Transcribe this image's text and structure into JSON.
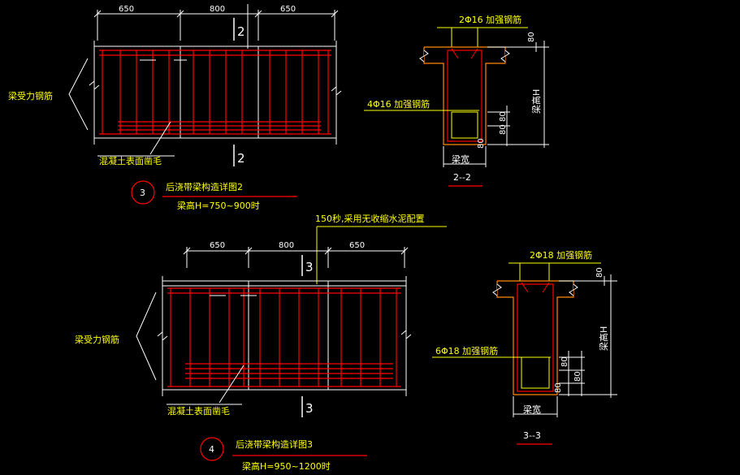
{
  "detail_2": {
    "dim_left": "650",
    "dim_mid": "800",
    "dim_right": "650",
    "cut_label_top": "2",
    "cut_label_bottom": "2",
    "side_label": "梁受力钢筋",
    "bottom_note": "混凝土表面凿毛",
    "circle_number": "3",
    "title": "后浇带梁构造详图2",
    "subtitle": "梁高H=750~900时"
  },
  "section_2": {
    "top_rebar": "2Φ16 加强钢筋",
    "side_rebar": "4Φ16 加强钢筋",
    "dim_80_top": "80",
    "dim_80_a": "80",
    "dim_80_b": "80",
    "dim_80_bottom": "80",
    "height_label": "梁高H",
    "width_label": "梁宽",
    "section_label": "2--2"
  },
  "detail_3": {
    "dim_left": "650",
    "dim_mid": "800",
    "dim_right": "650",
    "cut_label_top": "3",
    "cut_label_bottom": "3",
    "top_note": "150秒,采用无收缩水泥配置",
    "side_label": "梁受力钢筋",
    "bottom_note": "混凝土表面凿毛",
    "circle_number": "4",
    "title": "后浇带梁构造详图3",
    "subtitle": "梁高H=950~1200时"
  },
  "section_3": {
    "top_rebar": "2Φ18 加强钢筋",
    "side_rebar": "6Φ18 加强钢筋",
    "dim_80_top": "80",
    "dim_80_a": "80",
    "dim_80_b": "80",
    "dim_80_c": "80",
    "height_label": "梁高H",
    "width_label": "梁宽",
    "section_label": "3--3"
  },
  "colors": {
    "background": "#000000",
    "rebar": "#ff0000",
    "lines": "#ffffff",
    "annotation": "#ffff00",
    "concrete_edge": "#ff8800"
  }
}
